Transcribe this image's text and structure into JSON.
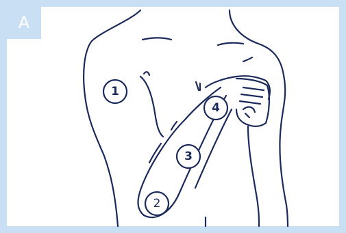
{
  "panel": {
    "label": "A"
  },
  "markers": [
    {
      "id": "1",
      "text": "1"
    },
    {
      "id": "2",
      "text": "2"
    },
    {
      "id": "3",
      "text": "3"
    },
    {
      "id": "4",
      "text": "4"
    }
  ],
  "colors": {
    "frame": "#c9dff3",
    "line": "#1b2a5a",
    "background": "#ffffff"
  }
}
